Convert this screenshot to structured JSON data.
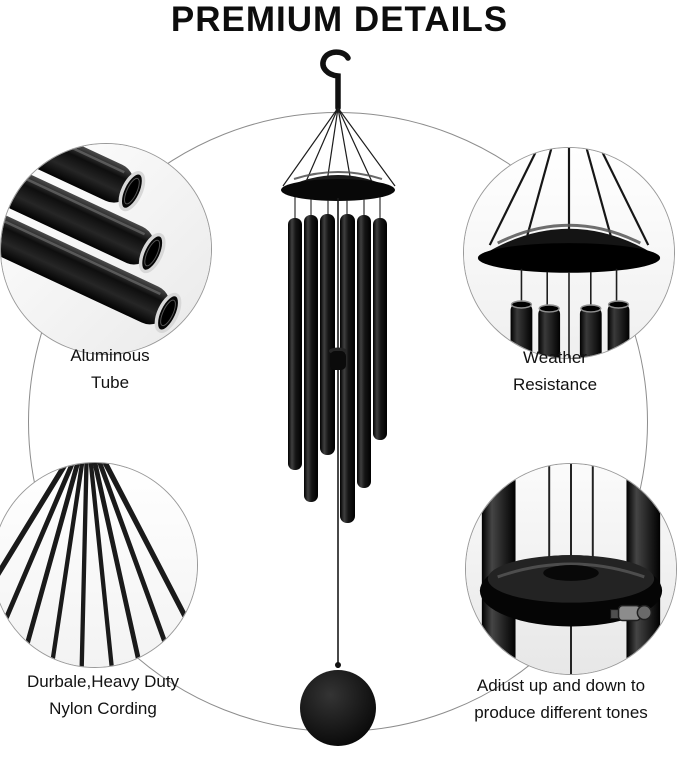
{
  "title": "PREMIUM DETAILS",
  "callouts": {
    "aluminous_tube": {
      "line1": "Aluminous",
      "line2": "Tube",
      "icon": "tube-closeup-photo"
    },
    "weather_resistance": {
      "line1": "Weather",
      "line2": "Resistance",
      "icon": "canopy-closeup-photo"
    },
    "nylon_cording": {
      "line1": "Durbale,Heavy Duty",
      "line2": "Nylon Cording",
      "icon": "cords-closeup-photo"
    },
    "adjust_tones": {
      "line1": "Adiust up and down to",
      "line2": "produce different tones",
      "icon": "clapper-knob-closeup-photo"
    }
  },
  "colors": {
    "chime_black": "#0d0d0d",
    "circle_border": "#8d8d8d",
    "text": "#111111",
    "background": "#ffffff"
  }
}
